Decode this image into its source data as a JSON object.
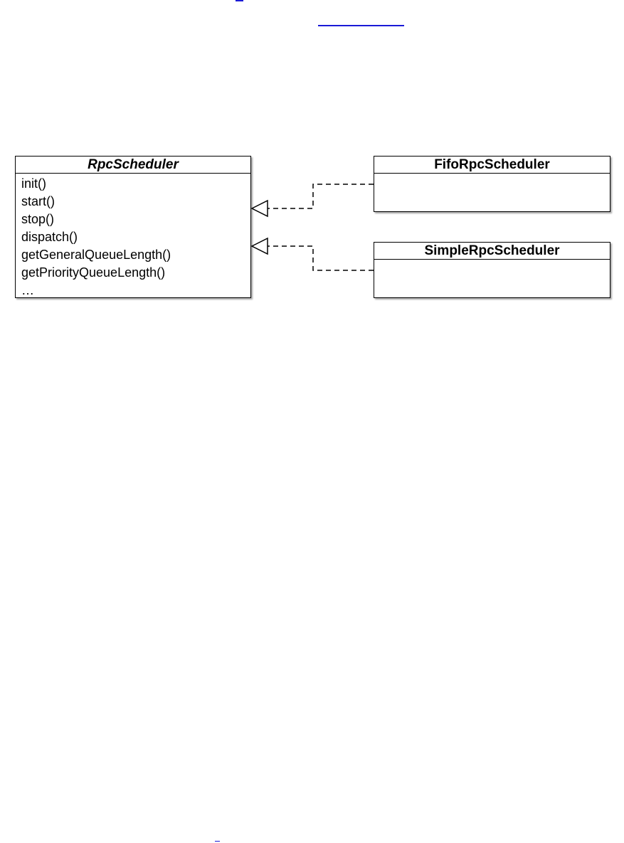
{
  "classes": {
    "rpc_scheduler": {
      "name": "RpcScheduler",
      "methods": [
        "init()",
        "start()",
        "stop()",
        "dispatch()",
        "getGeneralQueueLength()",
        "getPriorityQueueLength()",
        "…"
      ]
    },
    "fifo_rpc_scheduler": {
      "name": "FifoRpcScheduler"
    },
    "simple_rpc_scheduler": {
      "name": "SimpleRpcScheduler"
    }
  },
  "relations": [
    {
      "from": "FifoRpcScheduler",
      "to": "RpcScheduler",
      "kind": "realization"
    },
    {
      "from": "SimpleRpcScheduler",
      "to": "RpcScheduler",
      "kind": "realization"
    }
  ],
  "colors": {
    "line": "#000000",
    "link": "#1a1ad6",
    "background": "#ffffff"
  }
}
